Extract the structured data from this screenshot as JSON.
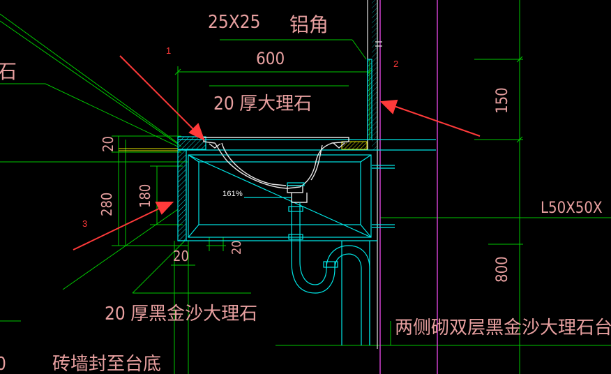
{
  "labels": {
    "aluminium_corner_size": "25X25",
    "aluminium_corner": "铝角",
    "width_600": "600",
    "top_marble": "20 厚大理石",
    "left_partial": "石",
    "dim_20_top": "20",
    "dim_280": "280",
    "dim_180": "180",
    "dim_20_bottom": "20",
    "dim_20_small": "20",
    "dim_150": "150",
    "dim_800": "800",
    "angle_steel": "L50X50X",
    "front_marble": "20 厚黑金沙大理石",
    "side_marble": "两侧砌双层黑金沙大理石台板",
    "brick_wall": "砖墙封至台底",
    "left_edge_partial": "0"
  },
  "callouts": {
    "c1": "1",
    "c2": "2",
    "c3": "3"
  },
  "zoom_level": "161%",
  "colors": {
    "background": "#000000",
    "dimension_green": "#00c800",
    "outline_cyan": "#00e6e6",
    "wall_white": "#e6e6e6",
    "text_pink": "#e8a0a0",
    "arrow_red": "#ff3a3a",
    "magenta": "#d040d0",
    "yellow": "#e6e600"
  }
}
